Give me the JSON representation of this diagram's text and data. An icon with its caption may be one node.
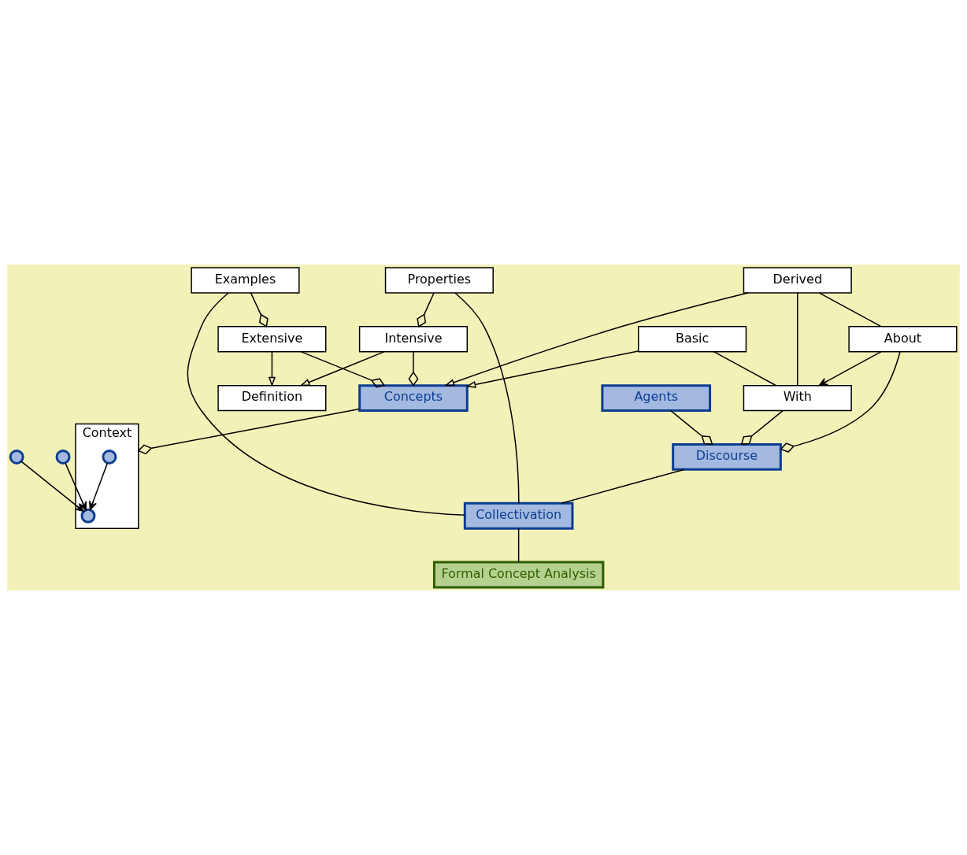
{
  "diagram": {
    "nodes": [
      {
        "text": [
          "Context"
        ]
      },
      {
        "text": [],
        "shape": "circle",
        "in": 0
      },
      {
        "text": [],
        "shape": "circle",
        "in": 0
      },
      {
        "text": [],
        "shape": "circle"
      },
      {
        "text": [],
        "shape": "circle"
      },
      {
        "text": [
          "Intensive"
        ]
      },
      {
        "text": [
          "Concepts"
        ]
      },
      {
        "text": [
          "Extensive"
        ]
      },
      {
        "text": [
          "Basic"
        ]
      },
      {
        "text": [
          "Derived"
        ]
      },
      {
        "text": [
          "With"
        ]
      },
      {
        "text": [
          "About"
        ]
      },
      {
        "text": [
          "Discourse"
        ]
      },
      {
        "text": [
          "Agents"
        ]
      },
      {
        "text": [
          "Properties"
        ]
      },
      {
        "text": [
          "Collectivation"
        ]
      },
      {
        "text": [
          "Examples"
        ]
      },
      {
        "text": [
          "Formal Concept Analysis"
        ]
      },
      {
        "text": [
          "Definition"
        ]
      }
    ],
    "edges": [
      {
        "from": 1,
        "to": 2,
        "arrow": "to"
      },
      {
        "from": 3,
        "to": 2,
        "arrow": "to"
      },
      {
        "from": 4,
        "to": 2,
        "arrow": "to"
      },
      {
        "from": 6,
        "to": 0,
        "arrow": "other"
      },
      {
        "from": 5,
        "to": 6,
        "arrow": "other"
      },
      {
        "from": 7,
        "to": 6,
        "arrow": "other"
      },
      {
        "from": 8,
        "to": 6,
        "arrow": "to"
      },
      {
        "from": 9,
        "to": 6,
        "arrow": "to"
      },
      {
        "from": 8,
        "to": 10,
        "arrow": "none"
      },
      {
        "from": 9,
        "to": 10,
        "arrow": "none"
      },
      {
        "from": 9,
        "to": 11,
        "arrow": "none"
      },
      {
        "from": 11,
        "to": 10,
        "arrow": "to"
      },
      {
        "from": 10,
        "to": 12,
        "arrow": "other"
      },
      {
        "from": 11,
        "to": 12,
        "arrow": "other"
      },
      {
        "from": 13,
        "to": 12,
        "arrow": "other"
      },
      {
        "from": 12,
        "to": 15,
        "arrow": "none"
      },
      {
        "from": 14,
        "to": 15,
        "arrow": "none"
      },
      {
        "from": 16,
        "to": 15,
        "arrow": "none"
      },
      {
        "from": 15,
        "to": 17,
        "arrow": "none"
      },
      {
        "from": 14,
        "to": 5,
        "arrow": "other"
      },
      {
        "from": 16,
        "to": 7,
        "arrow": "other"
      },
      {
        "from": 5,
        "to": 18,
        "arrow": "to"
      },
      {
        "from": 7,
        "to": 18,
        "arrow": "to"
      }
    ]
  }
}
